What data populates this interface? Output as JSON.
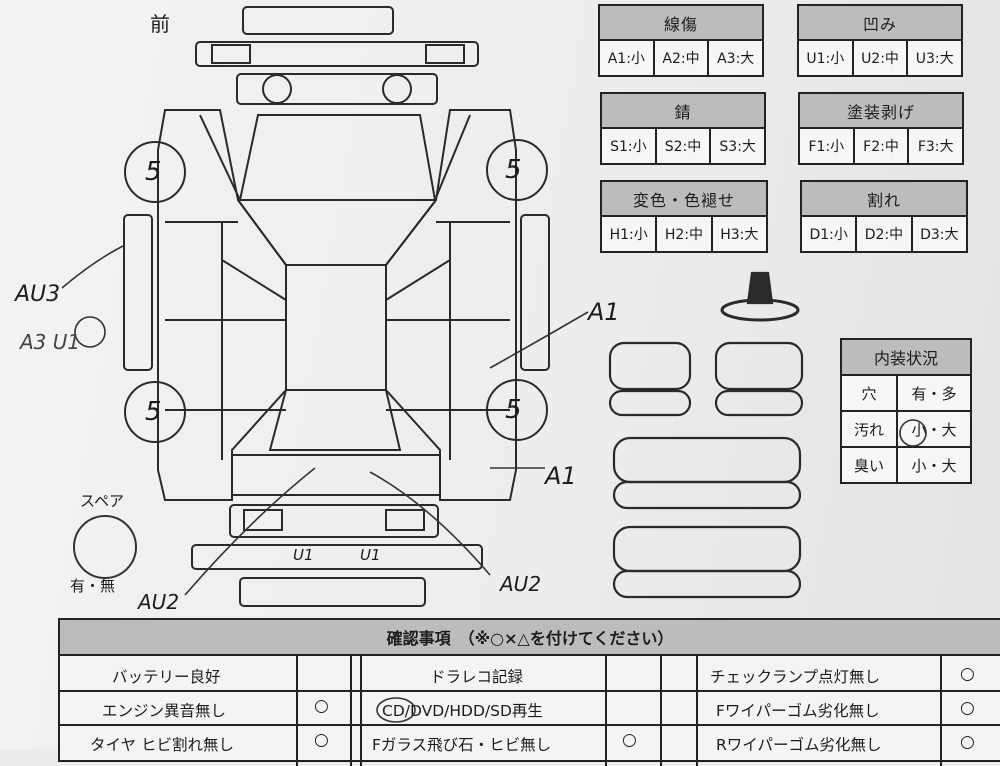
{
  "front_label": "前",
  "legend": [
    {
      "title": "線傷",
      "cells": [
        "A1:小",
        "A2:中",
        "A3:大"
      ]
    },
    {
      "title": "凹み",
      "cells": [
        "U1:小",
        "U2:中",
        "U3:大"
      ]
    },
    {
      "title": "錆",
      "cells": [
        "S1:小",
        "S2:中",
        "S3:大"
      ]
    },
    {
      "title": "塗装剥げ",
      "cells": [
        "F1:小",
        "F2:中",
        "F3:大"
      ]
    },
    {
      "title": "変色・色褪せ",
      "cells": [
        "H1:小",
        "H2:中",
        "H3:大"
      ]
    },
    {
      "title": "割れ",
      "cells": [
        "D1:小",
        "D2:中",
        "D3:大"
      ]
    }
  ],
  "interior": {
    "title": "内装状況",
    "rows": [
      {
        "key": "穴",
        "value": "有・多"
      },
      {
        "key": "汚れ",
        "value": "小・大"
      },
      {
        "key": "臭い",
        "value": "小・大"
      }
    ]
  },
  "spare": {
    "label": "スペア",
    "status": "有・無"
  },
  "handwritten": {
    "tire_fl": "5",
    "tire_fr": "5",
    "tire_rl": "5",
    "tire_rr": "5",
    "left_a": "AU3",
    "left_b": "A3 U1",
    "right_upper": "A1",
    "right_lower": "A1",
    "rear_left": "AU2",
    "rear_right": "AU2",
    "bumper_a": "U1",
    "bumper_b": "U1"
  },
  "checks": {
    "title": "確認事項　（※○×△を付けてください）",
    "col1": [
      "バッテリー良好",
      "エンジン異音無し",
      "タイヤ ヒビ割れ無し"
    ],
    "col2": [
      "ドラレコ記録",
      "CD/DVD/HDD/SD再生",
      "Fガラス飛び石・ヒビ無し"
    ],
    "col3": [
      "チェックランプ点灯無し",
      "Fワイパーゴム劣化無し",
      "Rワイパーゴム劣化無し"
    ],
    "marks": [
      "○",
      "○",
      "○",
      "○",
      "○",
      "○"
    ]
  }
}
